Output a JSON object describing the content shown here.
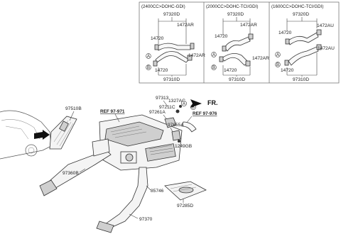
{
  "variants": [
    {
      "header": "(2400CC>DOHC-GDI)",
      "top_code": "97320D",
      "upper_left": "14720",
      "upper_right": "1472AR",
      "lower_right": "1472AR",
      "lower_left": "14720",
      "bottom_code": "97310D",
      "circle_a": "A",
      "circle_b": "B"
    },
    {
      "header": "(2000CC>DOHC-TCI/GDI)",
      "top_code": "97320D",
      "upper_left": "14720",
      "upper_right": "1472AR",
      "lower_right": "1472AR",
      "lower_left": "14720",
      "bottom_code": "97310D",
      "circle_a": "A",
      "circle_b": "B"
    },
    {
      "header": "(1600CC>DOHC-TCI/GDI)",
      "top_code": "97320D",
      "upper_left": "14720",
      "upper_right": "1472AU",
      "lower_right": "1472AU",
      "lower_left": "14720",
      "bottom_code": "97310D",
      "circle_a": "A",
      "circle_b": "B"
    }
  ],
  "main": {
    "p97313": "97313",
    "p1327AC": "1327AC",
    "p97211C": "97211C",
    "p97261A": "97261A",
    "p97655A": "97655A",
    "p1249GB": "1249GB",
    "p97510B": "97510B",
    "p97360B": "97360B",
    "p85746": "85746",
    "p97285D": "97285D",
    "p97370": "97370",
    "ref1": "REF 97-971",
    "ref2": "REF 97-976",
    "fr": "FR.",
    "circle_a": "A",
    "circle_b": "B"
  }
}
